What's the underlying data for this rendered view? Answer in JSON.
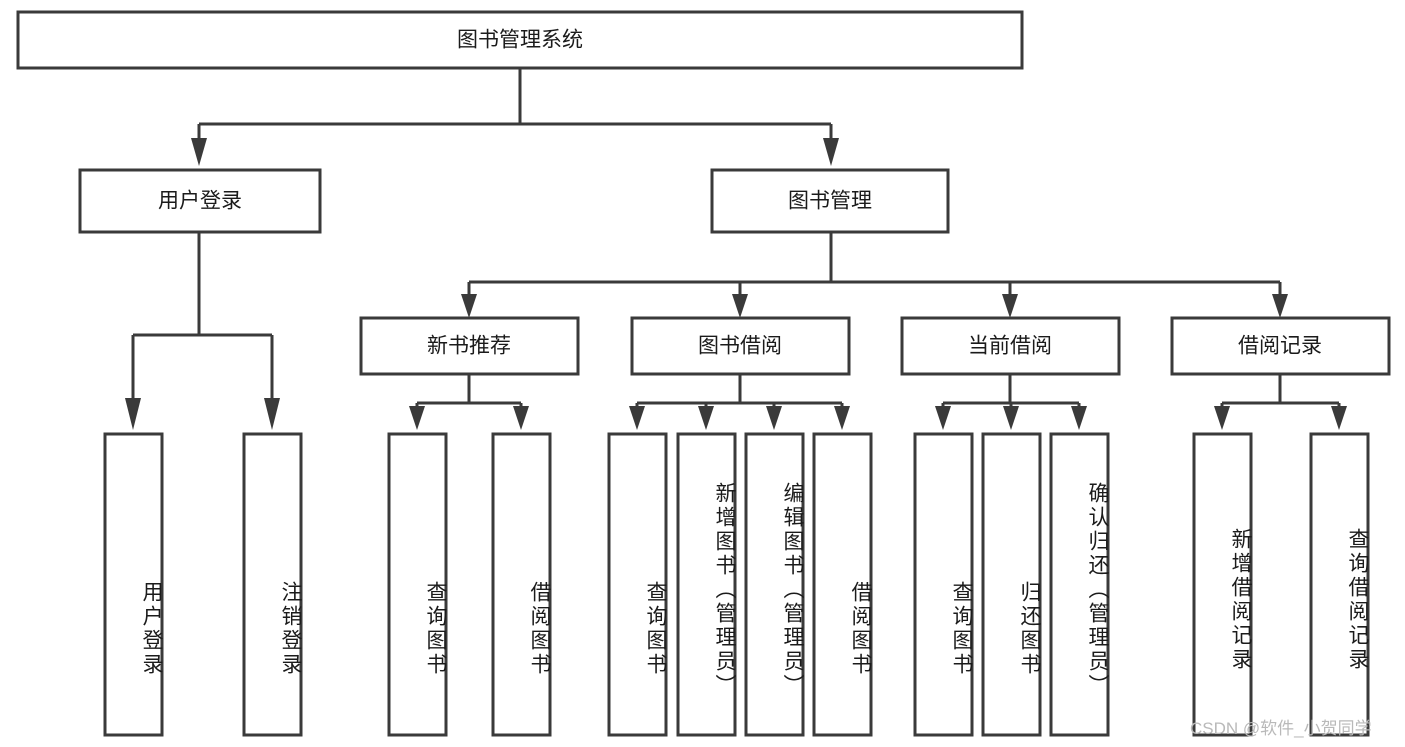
{
  "diagram": {
    "title": "图书管理系统",
    "type": "tree-hierarchy-chart",
    "watermark": "CSDN @软件_小贺同学",
    "colors": {
      "box_stroke": "#3a3a3a",
      "box_fill": "#ffffff",
      "connector": "#3a3a3a",
      "text": "#1b1b1b",
      "watermark": "#b9b9b9",
      "background": "#ffffff"
    },
    "levels": {
      "root": {
        "label": "图书管理系统"
      },
      "level2": [
        {
          "label": "用户登录"
        },
        {
          "label": "图书管理"
        }
      ],
      "level3": [
        {
          "label": "新书推荐"
        },
        {
          "label": "图书借阅"
        },
        {
          "label": "当前借阅"
        },
        {
          "label": "借阅记录"
        }
      ],
      "leaves_user_login": [
        {
          "label": "用户登录"
        },
        {
          "label": "注销登录"
        }
      ],
      "leaves_new_book": [
        {
          "label": "查询图书"
        },
        {
          "label": "借阅图书"
        }
      ],
      "leaves_borrow": [
        {
          "label": "查询图书"
        },
        {
          "label": "新增图书（管理员）"
        },
        {
          "label": "编辑图书（管理员）"
        },
        {
          "label": "借阅图书"
        }
      ],
      "leaves_current": [
        {
          "label": "查询图书"
        },
        {
          "label": "归还图书"
        },
        {
          "label": "确认归还（管理员）"
        }
      ],
      "leaves_records": [
        {
          "label": "新增借阅记录"
        },
        {
          "label": "查询借阅记录"
        }
      ]
    }
  }
}
